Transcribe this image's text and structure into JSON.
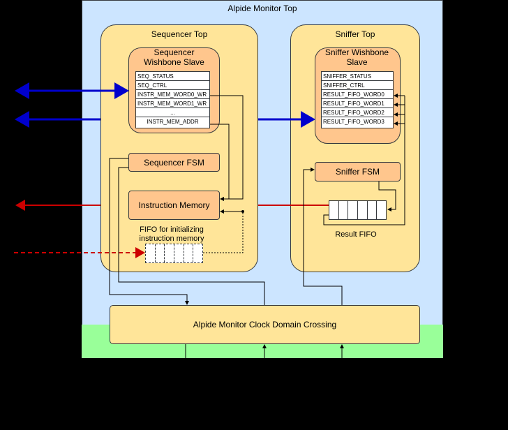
{
  "top": {
    "title": "Alpide Monitor Top"
  },
  "sequencer": {
    "title": "Sequencer Top",
    "wishbone_slave": "Sequencer Wishbone Slave",
    "registers": [
      "SEQ_STATUS",
      "SEQ_CTRL",
      "INSTR_MEM_WORD0_WR",
      "INSTR_MEM_WORD1_WR",
      "...",
      "INSTR_MEM_ADDR"
    ],
    "fsm": "Sequencer FSM",
    "instruction_memory": "Instruction Memory",
    "fifo_label": "FIFO for initializing instruction memory"
  },
  "sniffer": {
    "title": "Sniffer Top",
    "wishbone_slave": "Sniffer Wishbone Slave",
    "registers": [
      "SNIFFER_STATUS",
      "SNIFFER_CTRL",
      "RESULT_FIFO_WORD0",
      "RESULT_FIFO_WORD1",
      "RESULT_FIFO_WORD2",
      "RESULT_FIFO_WORD3"
    ],
    "fsm": "Sniffer FSM",
    "result_fifo_label": "Result FIFO"
  },
  "cdc": {
    "label": "Alpide Monitor Clock Domain Crossing"
  },
  "colors": {
    "background": "#000000",
    "top_region": "#cce5ff",
    "clock_region": "#99ff99",
    "panel": "#ffe599",
    "block": "#ffc68d",
    "wishbone_arrow": "#0000cc",
    "data_arrow": "#cc0000"
  }
}
